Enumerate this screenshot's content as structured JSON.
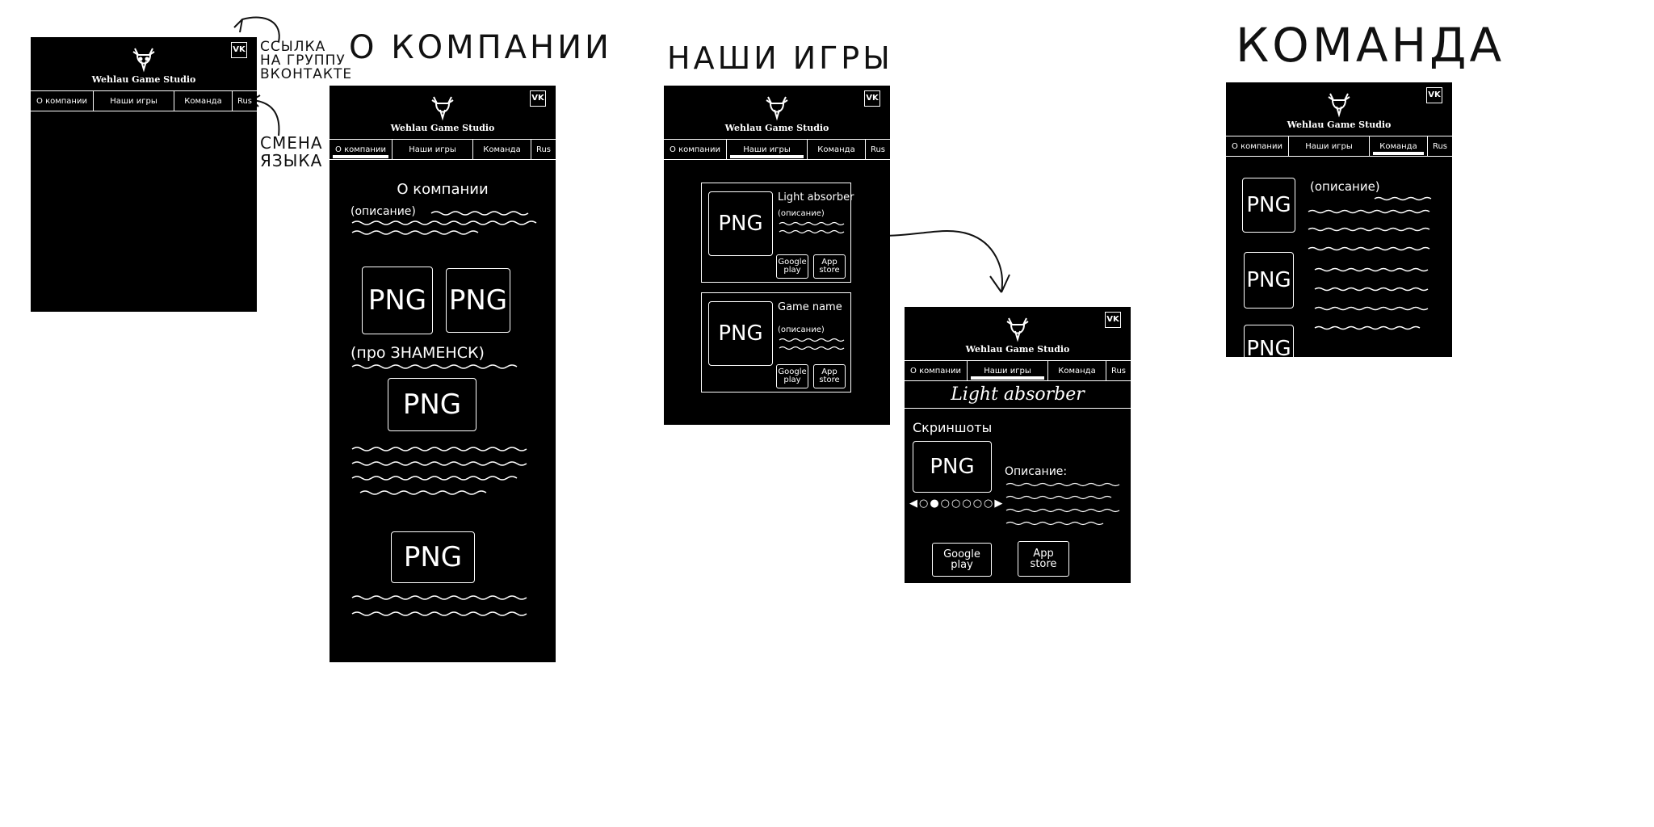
{
  "titles": {
    "about": "О КОМПАНИИ",
    "games": "НАШИ ИГРЫ",
    "team": "КОМАНДА"
  },
  "notes": {
    "vk_link": "ССЫЛКА\nНА ГРУППУ\nВКОНТАКТЕ",
    "language": "СМЕНА\nЯЗЫКА"
  },
  "header": {
    "studio_name": "Wehlau Game Studio",
    "vk_label": "VK"
  },
  "nav": {
    "about": "О компании",
    "games": "Наши игры",
    "team": "Команда",
    "lang": "Rus"
  },
  "about_page": {
    "heading": "О компании",
    "description": "(описание)",
    "znamensk": "(про ЗНАМЕНСК)",
    "png": "PNG"
  },
  "games_page": {
    "game1_title": "Light absorber",
    "game2_title": "Game name",
    "description": "(описание)",
    "google_play": "Google play",
    "app_store": "App store",
    "png": "PNG"
  },
  "game_detail": {
    "title": "Light absorber",
    "screenshots": "Скриншоты",
    "description": "Описание:",
    "carousel": "◀○●○○○○○▶",
    "google_play": "Google play",
    "app_store": "App store",
    "png": "PNG"
  },
  "team_page": {
    "description": "(описание)",
    "png": "PNG"
  },
  "colors": {
    "screen": "#000000",
    "ink": "#ffffff",
    "paper": "#ffffff",
    "title_ink": "#111111"
  },
  "icons": [
    "deer-logo-icon",
    "vk-icon",
    "arrow-icon"
  ]
}
